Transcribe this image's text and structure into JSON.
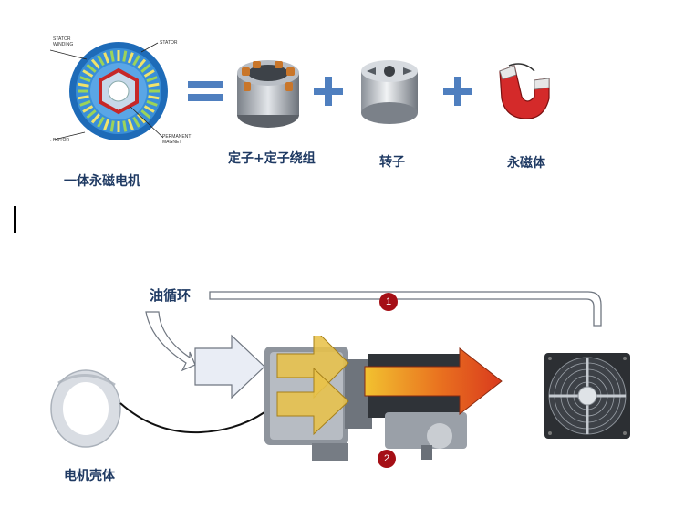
{
  "top": {
    "motor_label": "一体永磁电机",
    "stator_winding_label": "STATOR\nWINDING",
    "stator_label": "STATOR",
    "rotor_label": "ROTOR",
    "magnet_label": "PERMANENT\nMAGNET",
    "parts": [
      {
        "label": "定子+定子绕组"
      },
      {
        "label": "转子"
      },
      {
        "label": "永磁体"
      }
    ]
  },
  "bottom": {
    "oil_loop_label": "油循环",
    "housing_label": "电机壳体",
    "markers": [
      "1",
      "2"
    ]
  },
  "colors": {
    "label_text": "#1f3a63",
    "operator_blue": "#4f7fbf",
    "marker_red": "#a50f16",
    "arrow_gold": "#e8c24a",
    "heat_red": "#d93a1e"
  }
}
